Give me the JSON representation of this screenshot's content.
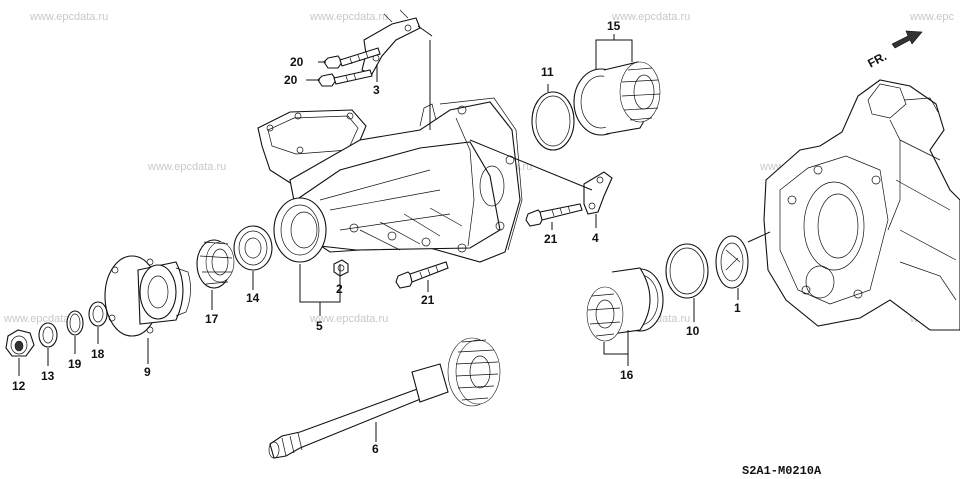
{
  "watermarks": [
    "www.epcdata.ru",
    "www.epcdata.ru",
    "www.epcdata.ru",
    "www.epc",
    "www.epcdata.ru",
    "www.epcdata.ru",
    "www.epcdata.ru",
    "www.epcdata.ru",
    "www.epcdata.ru",
    "www.epcdata.ru",
    "www.epc"
  ],
  "front_label": "FR.",
  "diagram_code": "S2A1-M0210A",
  "callouts": {
    "c1": "1",
    "c2": "2",
    "c3": "3",
    "c4": "4",
    "c5": "5",
    "c6": "6",
    "c9": "9",
    "c10": "10",
    "c11": "11",
    "c12": "12",
    "c13": "13",
    "c14": "14",
    "c15": "15",
    "c16": "16",
    "c17": "17",
    "c18": "18",
    "c19": "19",
    "c20a": "20",
    "c20b": "20",
    "c21a": "21",
    "c21b": "21"
  }
}
